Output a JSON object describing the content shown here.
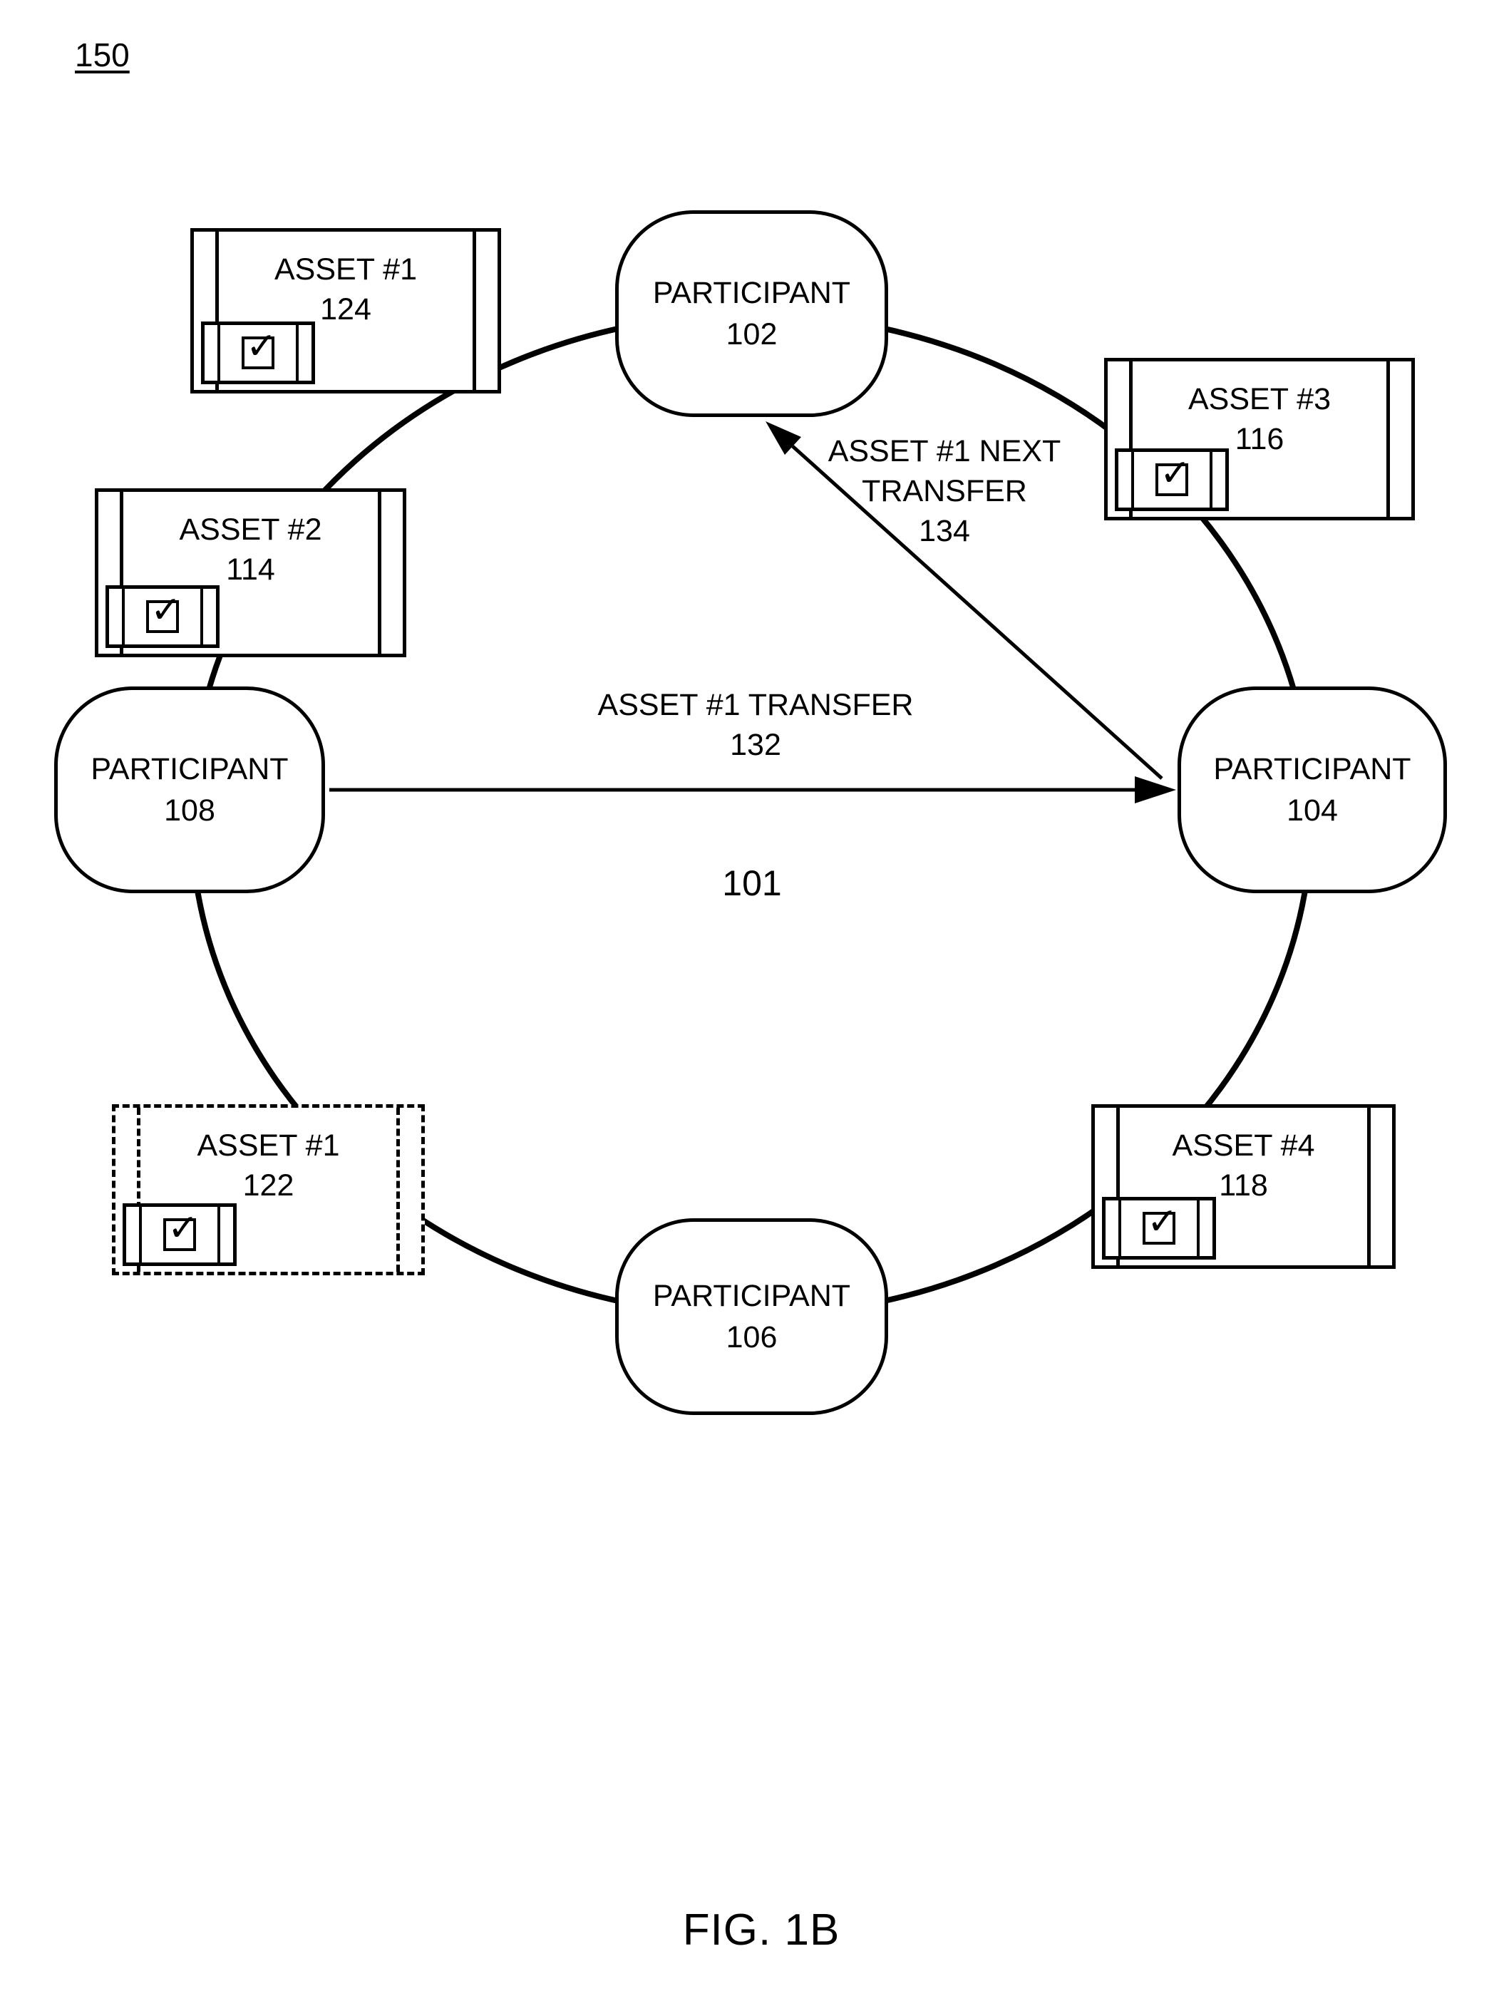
{
  "figure": {
    "sheet_label": "150",
    "caption": "FIG. 1B",
    "network_label": "101"
  },
  "participants": [
    {
      "name": "PARTICIPANT",
      "number": "102"
    },
    {
      "name": "PARTICIPANT",
      "number": "104"
    },
    {
      "name": "PARTICIPANT",
      "number": "106"
    },
    {
      "name": "PARTICIPANT",
      "number": "108"
    }
  ],
  "assets": [
    {
      "name": "ASSET #1",
      "number": "124",
      "style": "solid"
    },
    {
      "name": "ASSET #2",
      "number": "114",
      "style": "solid"
    },
    {
      "name": "ASSET #3",
      "number": "116",
      "style": "solid"
    },
    {
      "name": "ASSET #4",
      "number": "118",
      "style": "solid"
    },
    {
      "name": "ASSET #1",
      "number": "122",
      "style": "dashed"
    }
  ],
  "transfers": [
    {
      "lines": [
        "ASSET #1 TRANSFER",
        "132"
      ]
    },
    {
      "lines": [
        "ASSET #1 NEXT",
        "TRANSFER",
        "134"
      ]
    }
  ],
  "icons": {
    "checkbox": "✓"
  },
  "colors": {
    "stroke": "#000000",
    "background": "#ffffff"
  }
}
